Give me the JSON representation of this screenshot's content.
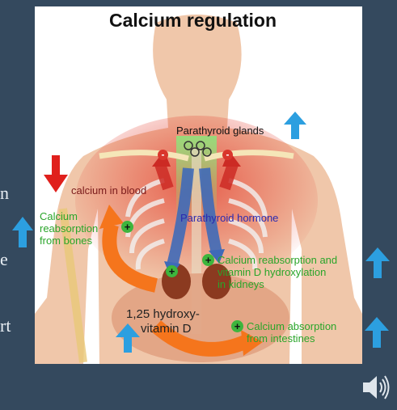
{
  "colors": {
    "background": "#34495e",
    "up_arrow": "#2c9fe0",
    "down_arrow": "#e0201c",
    "green_text": "#2aa52a",
    "hormone_text": "#2a2ab0",
    "blood_text": "#7a1a1a"
  },
  "left_text": {
    "line1": "n",
    "line2": "e",
    "line3": "rt"
  },
  "diagram": {
    "title": "Calcium regulation",
    "parathyroid_glands": "Parathyroid glands",
    "calcium_in_blood": "calcium in blood",
    "parathyroid_hormone": "Parathyroid hormone",
    "bone_reabsorption": [
      "Calcium",
      "reabsorption",
      "from bones"
    ],
    "kidney_reabsorption": [
      "Calcium reabsorption and",
      "vitamin D hydroxylation",
      "in kidneys"
    ],
    "vitamin_d": [
      "1,25 hydroxy-",
      "vitamin D"
    ],
    "intestine_absorption": [
      "Calcium absorption",
      "from intestines"
    ],
    "minus_sign": "-",
    "plus_sign": "+"
  },
  "icons": {
    "up_arrow": "arrow-up-icon",
    "down_arrow": "arrow-down-icon",
    "speaker": "speaker-icon",
    "plus": "plus-circle-icon",
    "minus": "minus-circle-icon"
  }
}
